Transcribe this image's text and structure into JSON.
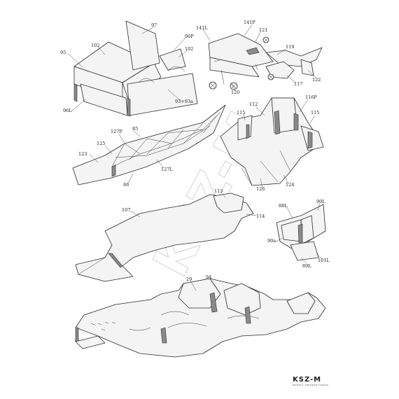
{
  "brand": {
    "logo": "KSZ-M",
    "tagline": "MODELS ANFORAN TANAKA"
  },
  "watermark": "KSZ-M",
  "labels": {
    "p97": "97",
    "p102a": "102",
    "p96P": "96P",
    "p95": "95",
    "p102b": "102",
    "p96L": "96L",
    "p93": "93+93a",
    "p141L": "141L",
    "p141P": "141P",
    "p121": "121",
    "p119": "119",
    "p122": "122",
    "p117": "117",
    "p120": "120",
    "p85": "85",
    "p127P": "127P",
    "p125": "125",
    "p123": "123",
    "p127L": "127L",
    "p86": "86",
    "p112": "112",
    "p116P": "116P",
    "p115a": "115",
    "p115b": "115",
    "p126": "126",
    "p124": "124",
    "p113": "113",
    "p107": "107",
    "p114": "114",
    "p88L": "88L",
    "p90L": "90L",
    "p90a": "90a",
    "p89L": "89L",
    "p101L": "101L",
    "p29": "29",
    "p94": "94"
  }
}
